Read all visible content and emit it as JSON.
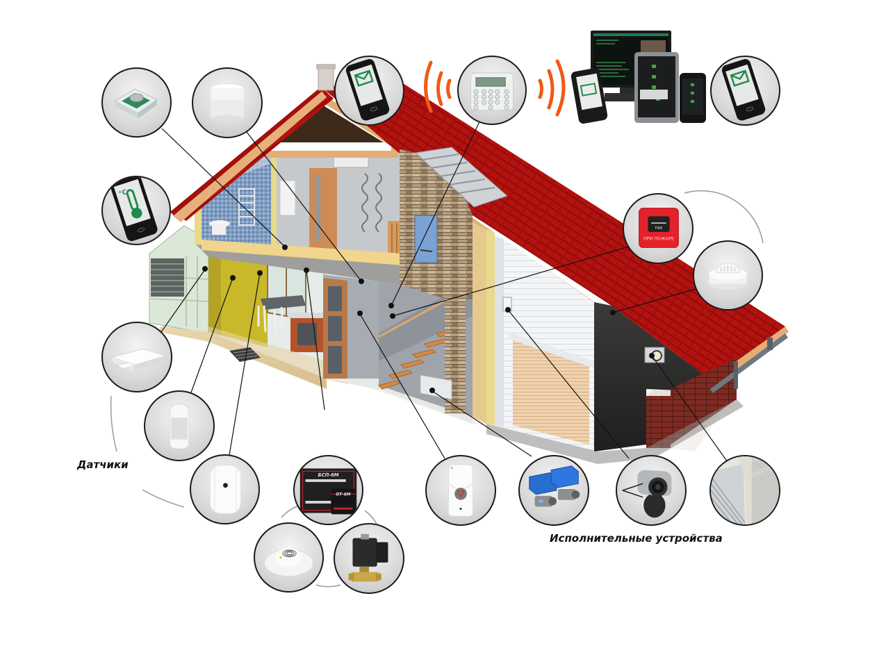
{
  "labels": {
    "sensors": "Датчики",
    "actuators": "Исполнительные устройства"
  },
  "fire_button": {
    "top_text": "FIRE",
    "bottom_text": "ПРИ ПОЖАРЕ"
  },
  "gsm_controller_labels": {
    "main_unit": "БСП-6М",
    "sub_unit": "ОТ-6М"
  },
  "thermo_symbol": "°C",
  "colors": {
    "roof": "#b0100f",
    "roof_dark": "#8a0a0a",
    "wood": "#e8b27a",
    "signal_waves": "#f05a14",
    "circle_border": "#1a1a1a",
    "leader_line": "#111111",
    "arc": "#9a9a9a",
    "email_icon": "#1f8a4c",
    "fire_red": "#e3222b"
  },
  "devices": [
    {
      "id": "wireless-sensor-board",
      "group": "sensors",
      "icon": "circuit-board-icon"
    },
    {
      "id": "motion-sensor-ceiling",
      "group": "sensors",
      "icon": "motion-sensor-icon"
    },
    {
      "id": "sms-alert-phone-left",
      "group": "notification",
      "icon": "email-phone-icon"
    },
    {
      "id": "keypad-controller",
      "group": "control",
      "icon": "keypad-icon"
    },
    {
      "id": "multi-device-monitoring",
      "group": "notification",
      "icon": "devices-icon"
    },
    {
      "id": "sms-alert-phone-right",
      "group": "notification",
      "icon": "email-phone-icon"
    },
    {
      "id": "temperature-phone",
      "group": "sensors",
      "icon": "thermometer-phone-icon"
    },
    {
      "id": "manual-fire-call-point",
      "group": "sensors",
      "icon": "fire-button-icon"
    },
    {
      "id": "smoke-detector",
      "group": "sensors",
      "icon": "smoke-detector-icon"
    },
    {
      "id": "door-contact-sensor",
      "group": "sensors",
      "icon": "door-sensor-icon"
    },
    {
      "id": "motion-sensor-wall",
      "group": "sensors",
      "icon": "motion-sensor-icon"
    },
    {
      "id": "glass-break-sensor",
      "group": "sensors",
      "icon": "glass-break-icon"
    },
    {
      "id": "gsm-control-unit",
      "group": "water",
      "icon": "control-unit-icon"
    },
    {
      "id": "water-leak-sensor",
      "group": "water",
      "icon": "leak-sensor-icon"
    },
    {
      "id": "solenoid-valve",
      "group": "water",
      "icon": "solenoid-valve-icon"
    },
    {
      "id": "panic-button",
      "group": "actuators",
      "icon": "panic-button-icon"
    },
    {
      "id": "motorized-ball-valves",
      "group": "actuators",
      "icon": "ball-valve-icon"
    },
    {
      "id": "security-camera",
      "group": "actuators",
      "icon": "camera-icon"
    },
    {
      "id": "roller-shutter",
      "group": "actuators",
      "icon": "roller-shutter-icon"
    }
  ]
}
